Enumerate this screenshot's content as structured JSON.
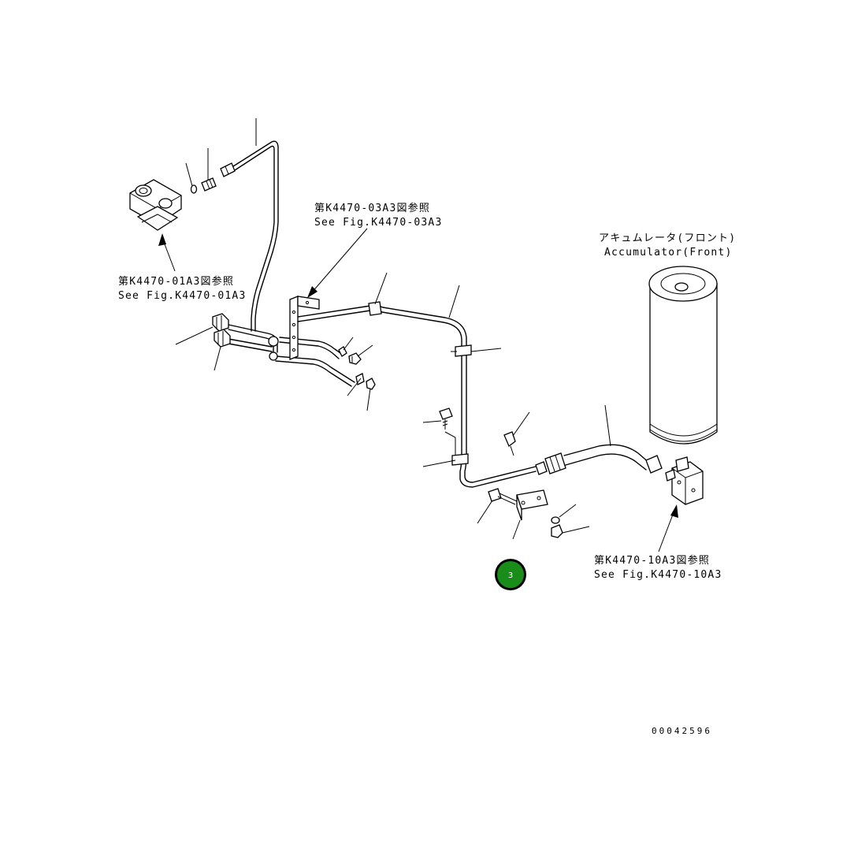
{
  "references": {
    "ref_01": {
      "jp": "第K4470-01A3図参照",
      "en": "See Fig.K4470-01A3"
    },
    "ref_03": {
      "jp": "第K4470-03A3図参照",
      "en": "See Fig.K4470-03A3"
    },
    "ref_10": {
      "jp": "第K4470-10A3図参照",
      "en": "See Fig.K4470-10A3"
    }
  },
  "accumulator": {
    "jp": "アキュムレータ(フロント)",
    "en": "Accumulator(Front)"
  },
  "callout": {
    "label": "3",
    "color": "#1a8c1a"
  },
  "drawing_number": "00042596"
}
